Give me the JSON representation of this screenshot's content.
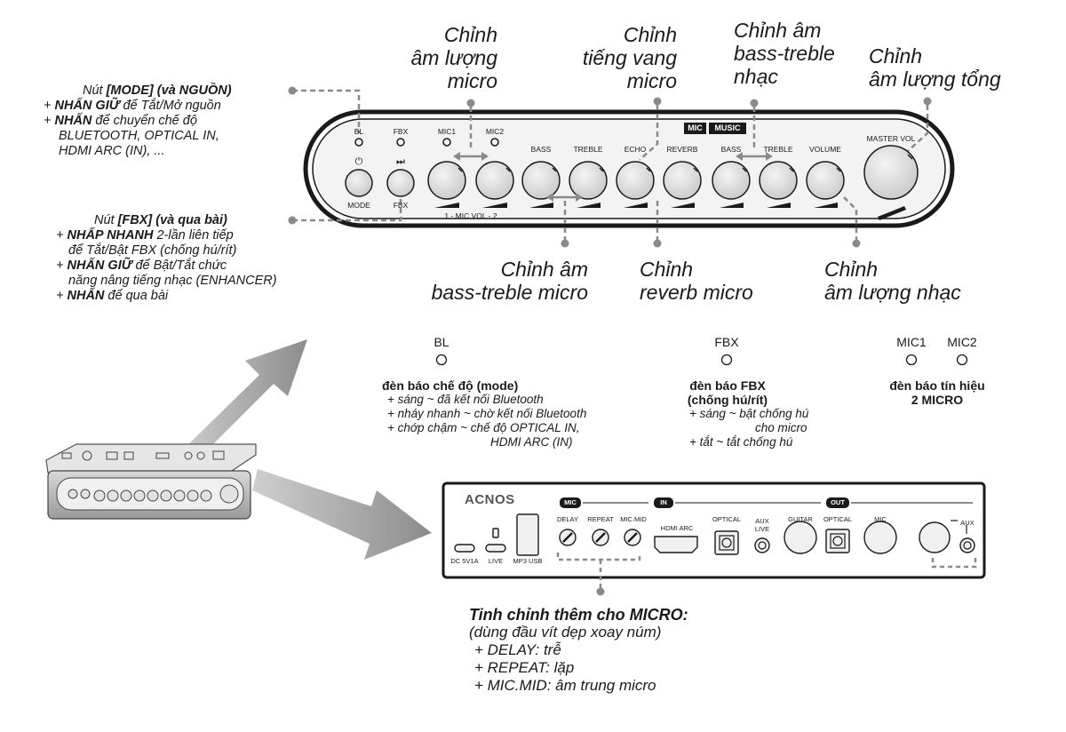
{
  "callouts": {
    "mic_vol": [
      "Chỉnh",
      "âm lượng",
      "micro"
    ],
    "echo": [
      "Chỉnh",
      "tiếng vang",
      "micro"
    ],
    "music_bt": [
      "Chỉnh âm",
      "bass-treble",
      "nhạc"
    ],
    "master": [
      "Chỉnh",
      "âm lượng tổng"
    ],
    "mic_bt": [
      "Chỉnh âm",
      "bass-treble micro"
    ],
    "reverb": [
      "Chỉnh",
      "reverb micro"
    ],
    "music_vol": [
      "Chỉnh",
      "âm lượng nhạc"
    ]
  },
  "mode_note": {
    "title_pre": "Nút ",
    "title_bold": "[MODE] (và NGUỒN)",
    "l1_bold": "NHẤN GIỮ",
    "l1_rest": " để Tắt/Mở nguồn",
    "l2_bold": "NHẤN",
    "l2_rest": " để chuyển chế độ",
    "l3": "BLUETOOTH, OPTICAL IN,",
    "l4": "HDMI ARC (IN), ..."
  },
  "fbx_note": {
    "title_pre": "Nút ",
    "title_bold": "[FBX] (và qua bài)",
    "l1_bold": "NHẤP NHANH",
    "l1_rest": " 2-lần liên tiếp",
    "l2": "để Tắt/Bật FBX (chống hú/rít)",
    "l3_bold": "NHẤN GIỮ",
    "l3_rest": " để Bật/Tắt chức",
    "l4": "năng nâng tiếng nhạc (ENHANCER)",
    "l5_bold": "NHẤN",
    "l5_rest": " để qua bài"
  },
  "plus": "+",
  "front_panel": {
    "bl": "BL",
    "fbx": "FBX",
    "mic1": "MIC1",
    "mic2": "MIC2",
    "bass": "BASS",
    "treble": "TREBLE",
    "echo": "ECHO",
    "reverb": "REVERB",
    "mic_tag": "MIC",
    "music_tag": "MUSIC",
    "bass2": "BASS",
    "treble2": "TREBLE",
    "volume": "VOLUME",
    "master_vol": "MASTER VOL",
    "mode": "MODE",
    "fbx_btn": "FBX",
    "mic_vol_range": "1 - MIC VOL - 2",
    "power_glyph": "⏻",
    "skip_glyph": "⏭"
  },
  "leds": {
    "bl": {
      "label": "BL",
      "title": "đèn báo chế độ (mode)",
      "lines": [
        "+ sáng ~ đã kết nối Bluetooth",
        "+ nháy nhanh ~ chờ kết nối Bluetooth",
        "+ chớp chậm ~ chế độ OPTICAL IN,",
        "HDMI ARC (IN)"
      ]
    },
    "fbx": {
      "label": "FBX",
      "title": "đèn báo FBX",
      "title2": "(chống hú/rít)",
      "lines": [
        "+ sáng ~ bật chống hú",
        "cho micro",
        "+ tắt ~ tắt chống hú"
      ]
    },
    "mic": {
      "label1": "MIC1",
      "label2": "MIC2",
      "title": "đèn báo tín hiệu",
      "title2": "2 MICRO"
    }
  },
  "rear_panel": {
    "brand": "ACNOS",
    "mic_tag": "MIC",
    "in_tag": "IN",
    "out_tag": "OUT",
    "delay": "DELAY",
    "repeat": "REPEAT",
    "micmid": "MIC.MID",
    "hdmi": "HDMI ARC",
    "optical": "OPTICAL",
    "aux": "AUX",
    "live": "LIVE",
    "guitar": "GUITAR",
    "optical_out": "OPTICAL",
    "mic_out": "MIC",
    "aux_out": "AUX",
    "dc": "DC 5V1A",
    "live2": "LIVE",
    "mp3": "MP3 USB"
  },
  "rear_note": {
    "title": "Tinh chỉnh thêm cho MICRO:",
    "sub": "(dùng đầu vít dẹp xoay núm)",
    "lines": [
      "+ DELAY: trễ",
      "+ REPEAT: lặp",
      "+ MIC.MID: âm trung micro"
    ]
  },
  "colors": {
    "ink": "#1a1a1a",
    "panel": "#f2f2f2",
    "knob": "#e2e2e2",
    "arrow": "#9a9a9a",
    "leader": "#8a8a8a"
  }
}
